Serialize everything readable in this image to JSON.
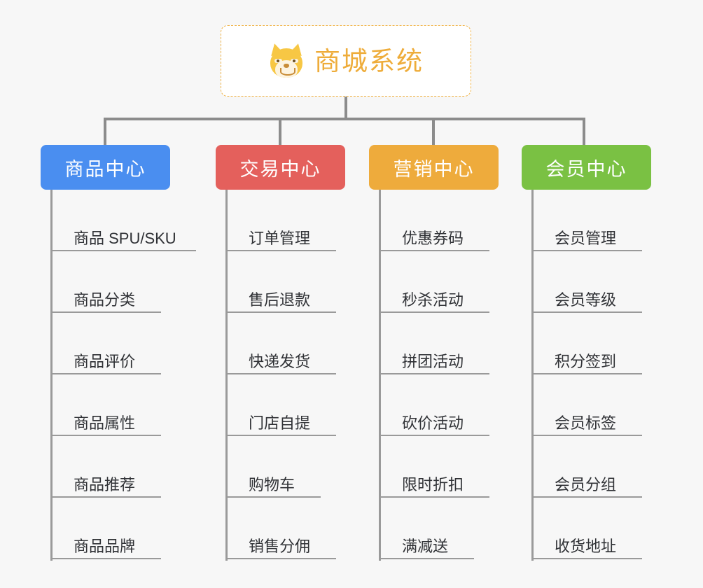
{
  "diagram": {
    "type": "org-tree",
    "background_color": "#f7f7f7",
    "connector_color": "#8c8c8c"
  },
  "root": {
    "label": "商城系统",
    "icon": "shiba-dog-face-icon",
    "text_color": "#eeac3a",
    "border_color": "#f0b44a",
    "background_color": "#ffffff"
  },
  "branches": [
    {
      "label": "商品中心",
      "color": "#4a8ef0",
      "items": [
        "商品 SPU/SKU",
        "商品分类",
        "商品评价",
        "商品属性",
        "商品推荐",
        "商品品牌"
      ]
    },
    {
      "label": "交易中心",
      "color": "#e4605c",
      "items": [
        "订单管理",
        "售后退款",
        "快递发货",
        "门店自提",
        "购物车",
        "销售分佣"
      ]
    },
    {
      "label": "营销中心",
      "color": "#eeab3c",
      "items": [
        "优惠券码",
        "秒杀活动",
        "拼团活动",
        "砍价活动",
        "限时折扣",
        "满减送"
      ]
    },
    {
      "label": "会员中心",
      "color": "#7ac143",
      "items": [
        "会员管理",
        "会员等级",
        "积分签到",
        "会员标签",
        "会员分组",
        "收货地址"
      ]
    }
  ]
}
